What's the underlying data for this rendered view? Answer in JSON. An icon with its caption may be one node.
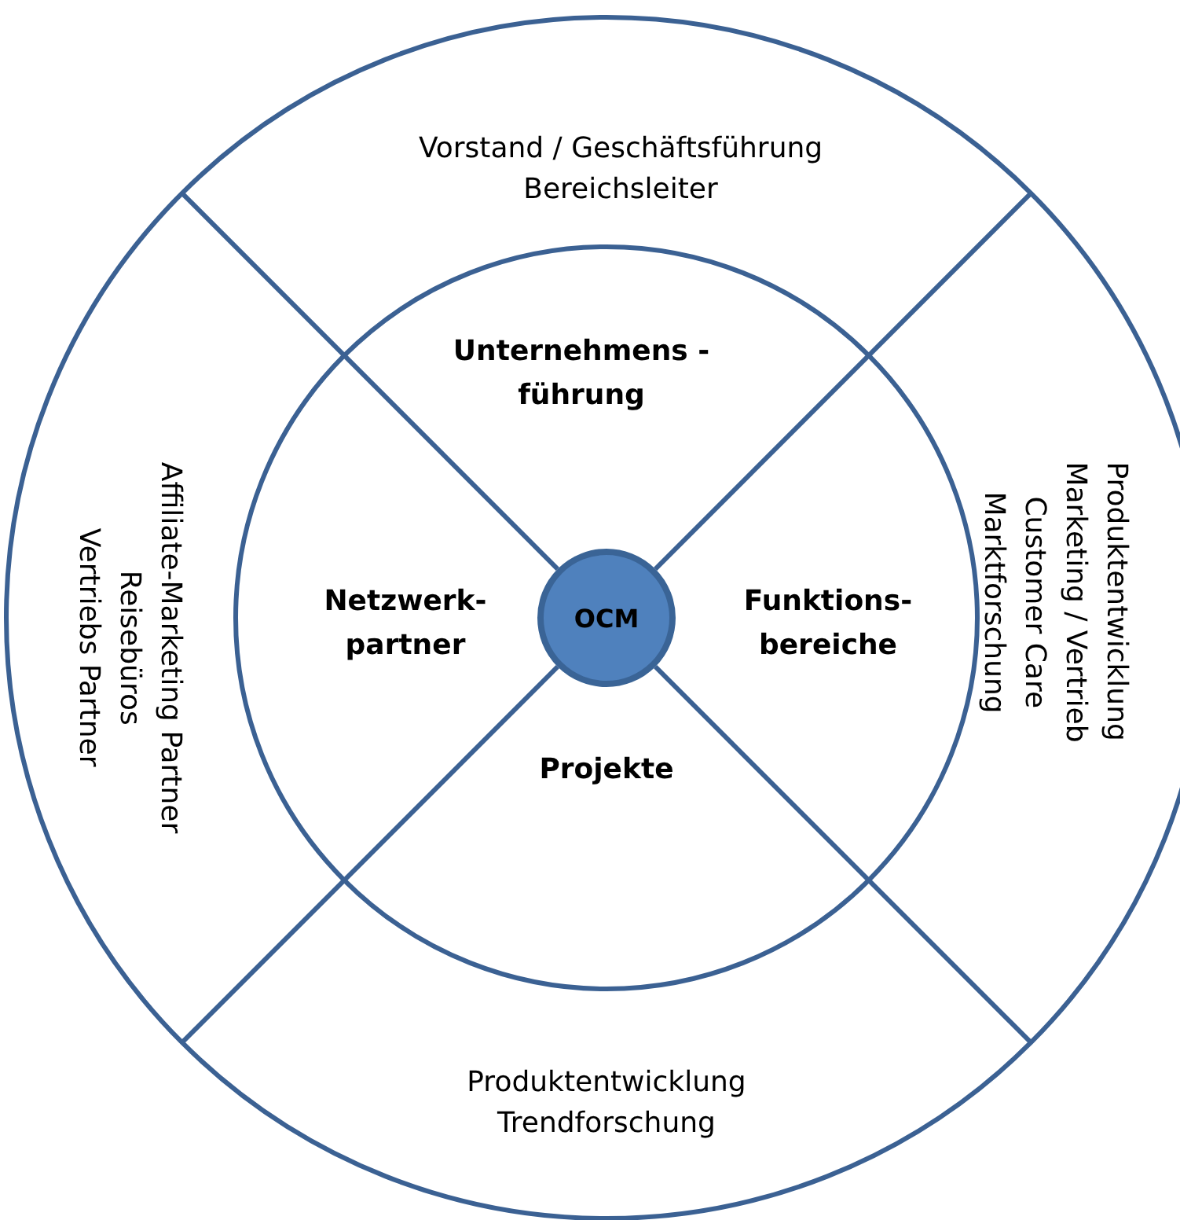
{
  "diagram": {
    "nodes": [
      {
        "text": [
          "Vorstand / Geschäftsführung",
          "Bereichsleiter"
        ]
      },
      {
        "text": [
          "Unternehmens -führung"
        ]
      },
      {
        "text": [
          "Affiliate-Marketing Partner",
          "Reisebüros",
          "Vertriebs Partner"
        ]
      },
      {
        "text": [
          "Netzwerk- partner"
        ]
      },
      {
        "text": [
          "OCM"
        ]
      },
      {
        "text": [
          "Funktions- bereiche"
        ]
      },
      {
        "text": [
          "Produktentwicklung",
          "Marketing / Vertrieb",
          "Customer Care",
          "Marktforschung"
        ]
      },
      {
        "text": [
          "Projekte"
        ]
      },
      {
        "text": [
          "Produktentwicklung",
          "Trendforschung"
        ]
      }
    ]
  }
}
